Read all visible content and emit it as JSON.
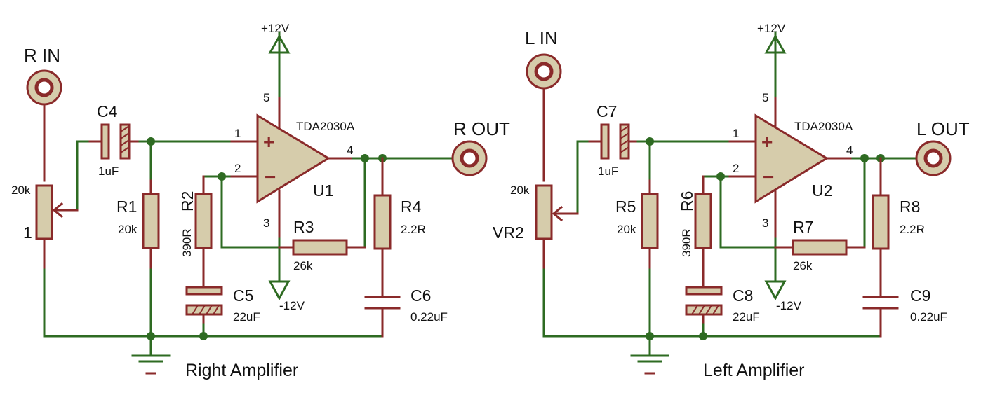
{
  "right": {
    "caption": "Right Amplifier",
    "input": "R IN",
    "output": "R OUT",
    "ic_part": "TDA2030A",
    "ic_ref": "U1",
    "supply_pos": "+12V",
    "supply_neg": "-12V",
    "pin_in_plus": "1",
    "pin_in_minus": "2",
    "pin_neg": "3",
    "pin_out": "4",
    "pin_pos": "5",
    "pot_ref": "1",
    "pot_value": "20k",
    "c_in_ref": "C4",
    "c_in_value": "1uF",
    "r_in_ref": "R1",
    "r_in_value": "20k",
    "r_gnd_ref": "R2",
    "r_gnd_value": "390R",
    "r_fb_ref": "R3",
    "r_fb_value": "26k",
    "r_out_ref": "R4",
    "r_out_value": "2.2R",
    "c_gnd_ref": "C5",
    "c_gnd_value": "22uF",
    "c_out_ref": "C6",
    "c_out_value": "0.22uF"
  },
  "left": {
    "caption": "Left Amplifier",
    "input": "L IN",
    "output": "L OUT",
    "ic_part": "TDA2030A",
    "ic_ref": "U2",
    "supply_pos": "+12V",
    "supply_neg": "-12V",
    "pin_in_plus": "1",
    "pin_in_minus": "2",
    "pin_neg": "3",
    "pin_out": "4",
    "pin_pos": "5",
    "pot_ref": "VR2",
    "pot_value": "20k",
    "c_in_ref": "C7",
    "c_in_value": "1uF",
    "r_in_ref": "R5",
    "r_in_value": "20k",
    "r_gnd_ref": "R6",
    "r_gnd_value": "390R",
    "r_fb_ref": "R7",
    "r_fb_value": "26k",
    "r_out_ref": "R8",
    "r_out_value": "2.2R",
    "c_gnd_ref": "C8",
    "c_gnd_value": "22uF",
    "c_out_ref": "C9",
    "c_out_value": "0.22uF"
  },
  "colors": {
    "wire": "#2e6b22",
    "lead": "#8a2a2a",
    "body": "#d6ccab"
  }
}
